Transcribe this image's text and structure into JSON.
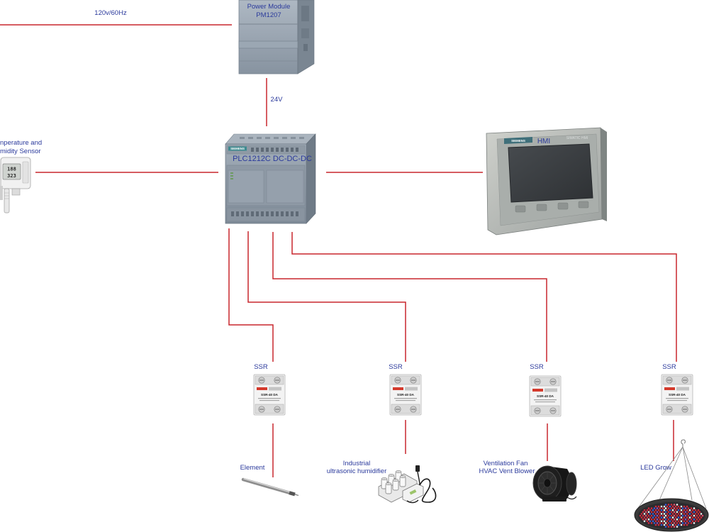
{
  "colors": {
    "wire": "#c8272d",
    "label": "#2b3a9c",
    "led_diodes": [
      "#d4283c",
      "#e0526e",
      "#3b5cd6",
      "#8c4cc0",
      "#f2f2f2"
    ]
  },
  "mains": {
    "label": "120v/60Hz"
  },
  "power_module": {
    "title": "Power Module",
    "model": "PM1207"
  },
  "dc_link": {
    "label": "24V"
  },
  "plc": {
    "label": "PLC1212C DC-DC-DC",
    "brand": "SIEMENS"
  },
  "sensor": {
    "label_lines": [
      "nperature and",
      "midity Sensor"
    ],
    "display_lines": [
      "188",
      "323"
    ],
    "icon": "temperature-humidity-sensor-icon"
  },
  "hmi": {
    "label": "HMI",
    "brand": "SIEMENS",
    "series": "SIMATIC HMI",
    "icon": "hmi-panel-icon"
  },
  "outputs": [
    {
      "relay_label": "SSR",
      "relay_model": "SSR-40 DA",
      "load_lines": [
        "Element"
      ],
      "load_icon": "heating-element-icon"
    },
    {
      "relay_label": "SSR",
      "relay_model": "SSR-40 DA",
      "load_lines": [
        "Industrial",
        "ultrasonic humidifier"
      ],
      "load_icon": "ultrasonic-humidifier-icon"
    },
    {
      "relay_label": "SSR",
      "relay_model": "SSR-40 DA",
      "load_lines": [
        "Ventilation Fan",
        "HVAC Vent Blower"
      ],
      "load_icon": "vent-blower-icon"
    },
    {
      "relay_label": "SSR",
      "relay_model": "SSR-40 DA",
      "load_lines": [
        "LED Grow"
      ],
      "load_icon": "led-grow-light-icon"
    }
  ]
}
